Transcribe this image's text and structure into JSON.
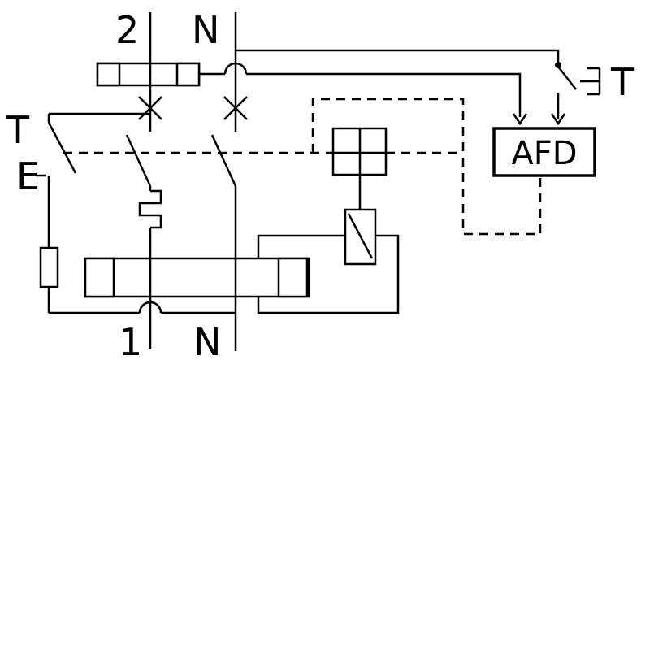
{
  "diagram": {
    "terminal_top_line": "2",
    "terminal_top_neutral": "N",
    "terminal_bottom_line": "1",
    "terminal_bottom_neutral": "N",
    "test_button_left_label": "T",
    "test_button_left_actuator": "E",
    "test_button_right_label": "T",
    "afd_module_label": "AFD",
    "colors": {
      "stroke": "#000000",
      "ct_end_top": "#000000",
      "ct_end_bottom": "#4d4d4d",
      "background": "#ffffff"
    }
  }
}
